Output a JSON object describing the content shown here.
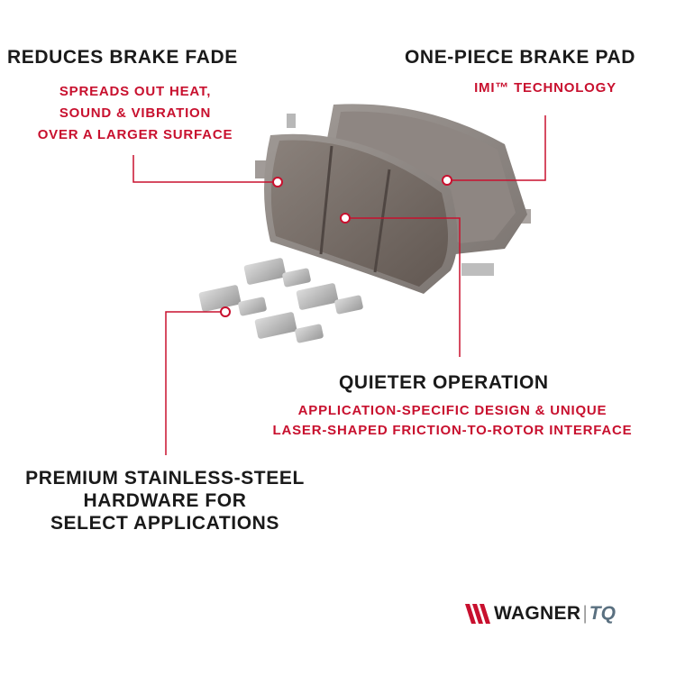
{
  "features": {
    "brake_fade": {
      "title": "REDUCES BRAKE FADE",
      "lines": [
        "SPREADS OUT HEAT,",
        "SOUND & VIBRATION",
        "OVER A LARGER SURFACE"
      ]
    },
    "one_piece": {
      "title": "ONE-PIECE BRAKE PAD",
      "lines": [
        "IMI™ TECHNOLOGY"
      ]
    },
    "quieter": {
      "title": "QUIETER OPERATION",
      "lines": [
        "APPLICATION-SPECIFIC DESIGN & UNIQUE",
        "LASER-SHAPED FRICTION-TO-ROTOR INTERFACE"
      ]
    },
    "hardware": {
      "lines": [
        "PREMIUM STAINLESS-STEEL",
        "HARDWARE FOR",
        "SELECT APPLICATIONS"
      ]
    }
  },
  "logo": {
    "brand": "WAGNER",
    "separator": "|",
    "sub": "TQ"
  },
  "colors": {
    "accent": "#c8102e",
    "text": "#1a1a1a",
    "pad": "#7b706a",
    "backing": "#8a8380"
  }
}
